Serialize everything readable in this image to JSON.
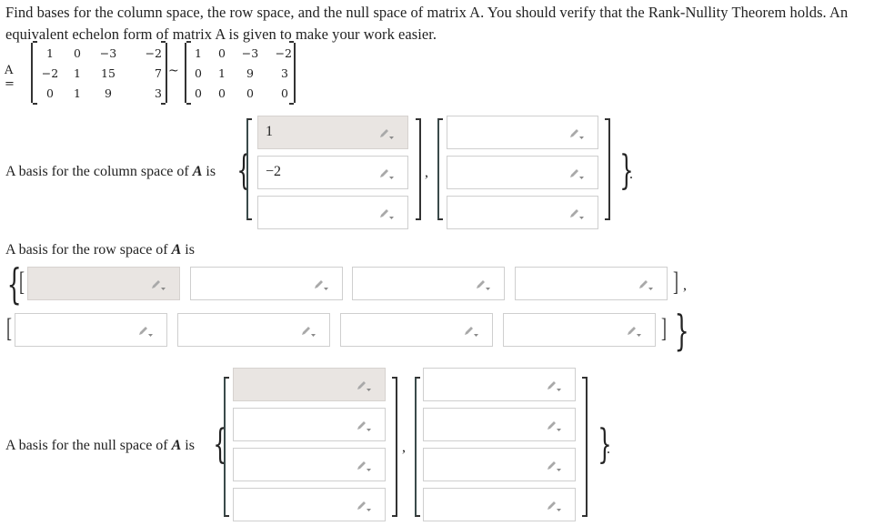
{
  "problem": {
    "line1": "Find bases for the column space, the row space, and the null space of matrix A. You should verify that the Rank-Nullity Theorem holds. An",
    "line2": "equivalent echelon form of matrix A is given to make your work easier."
  },
  "matrix": {
    "label": "A =",
    "tilde": "~",
    "A": [
      [
        "1",
        "0",
        "−3",
        "−2"
      ],
      [
        "−2",
        "1",
        "15",
        "7"
      ],
      [
        "0",
        "1",
        "9",
        "3"
      ]
    ],
    "echelon": [
      [
        "1",
        "0",
        "−3",
        "−2"
      ],
      [
        "0",
        "1",
        "9",
        "3"
      ],
      [
        "0",
        "0",
        "0",
        "0"
      ]
    ]
  },
  "column_space": {
    "label_prefix": "A basis for the column space of ",
    "label_var": "A",
    "label_suffix": " is",
    "vectors": [
      {
        "entries": [
          "1",
          "−2",
          ""
        ]
      },
      {
        "entries": [
          "",
          "",
          ""
        ]
      }
    ],
    "separator": ",",
    "terminator": "."
  },
  "row_space": {
    "label_prefix": "A basis for the row space of ",
    "label_var": "A",
    "label_suffix": " is",
    "vectors": [
      {
        "entries": [
          "",
          "",
          "",
          ""
        ]
      },
      {
        "entries": [
          "",
          "",
          "",
          ""
        ]
      }
    ],
    "separator": ","
  },
  "null_space": {
    "label_prefix": "A basis for the null space of ",
    "label_var": "A",
    "label_suffix": " is",
    "vectors": [
      {
        "entries": [
          "",
          "",
          "",
          ""
        ]
      },
      {
        "entries": [
          "",
          "",
          "",
          ""
        ]
      }
    ],
    "separator": ",",
    "terminator": "."
  },
  "icons": {
    "field_editor": "pencil-dropdown-icon"
  },
  "colors": {
    "active_field_bg": "#e9e5e2",
    "field_border": "#cfcfcf",
    "pencil": "#9a9a9a"
  }
}
